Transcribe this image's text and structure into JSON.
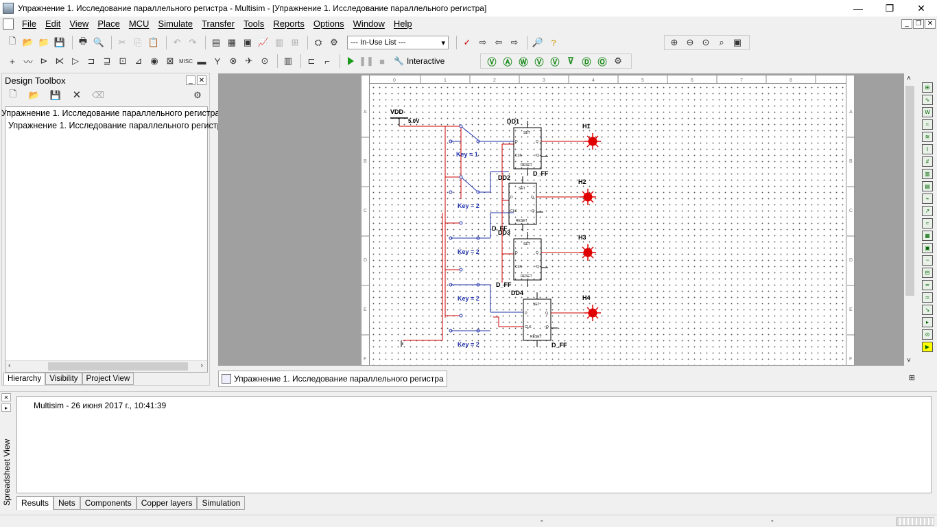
{
  "window": {
    "title": "Упражнение 1. Исследование параллельного регистра - Multisim - [Упражнение 1. Исследование параллельного регистра]",
    "min": "—",
    "max": "❐",
    "close": "✕"
  },
  "menu": [
    "File",
    "Edit",
    "View",
    "Place",
    "MCU",
    "Simulate",
    "Transfer",
    "Tools",
    "Reports",
    "Options",
    "Window",
    "Help"
  ],
  "toolbar": {
    "in_use_list": "--- In-Use List ---",
    "interactive_label": "Interactive"
  },
  "design_toolbox": {
    "title": "Design Toolbox",
    "tree": [
      "Упражнение 1. Исследование параллельного регистра",
      "Упражнение 1. Исследование параллельного регистр"
    ],
    "tabs": [
      "Hierarchy",
      "Visibility",
      "Project View"
    ]
  },
  "schematic": {
    "vdd_label": "VDD",
    "vdd_value": "5.0V",
    "flipflops": [
      {
        "ref": "DD1",
        "type": "D_FF"
      },
      {
        "ref": "DD2",
        "type": "D_FF"
      },
      {
        "ref": "DD3",
        "type": "D_FF"
      },
      {
        "ref": "DD4",
        "type": "D_FF"
      }
    ],
    "leds": [
      "H1",
      "H2",
      "H3",
      "H4"
    ],
    "keys": [
      "Key = 1",
      "Key = 2",
      "Key = 2",
      "Key = 2",
      "Key = 2"
    ],
    "ff_pins": {
      "set": "SET",
      "d": "D",
      "q": "Q",
      "clk": "CLK",
      "qn": "~Q",
      "reset": "RESET"
    },
    "ruler_top": [
      "0",
      "1",
      "2",
      "3",
      "4",
      "5",
      "6",
      "7",
      "8"
    ],
    "ruler_side": [
      "A",
      "B",
      "C",
      "D",
      "E",
      "F"
    ]
  },
  "doc_tab": "Упражнение 1. Исследование параллельного регистра",
  "spreadsheet": {
    "side_label": "Spreadsheet View",
    "log_line": "Multisim  -  26 июня 2017 г., 10:41:39",
    "tabs": [
      "Results",
      "Nets",
      "Components",
      "Copper layers",
      "Simulation"
    ]
  },
  "status": {
    "cell1": "-",
    "cell2": "-"
  }
}
